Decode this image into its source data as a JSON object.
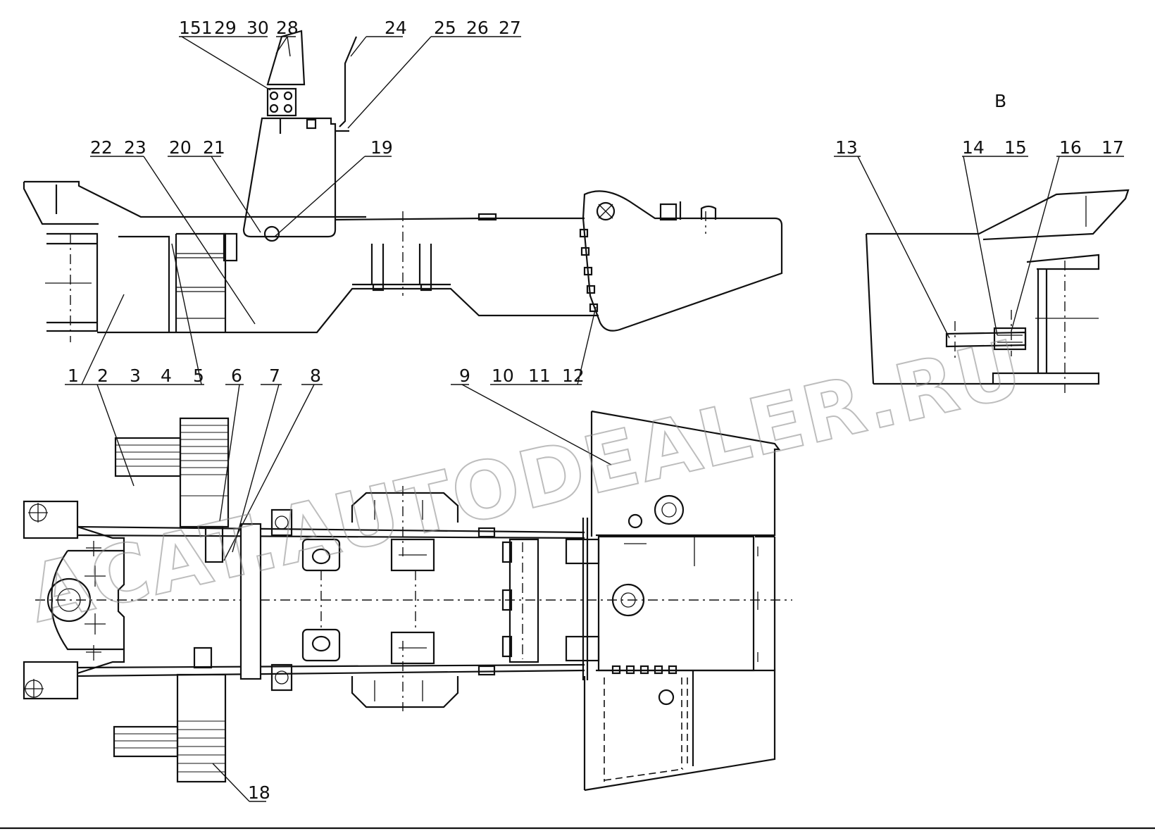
{
  "view_label": "B",
  "part_labels": {
    "p1": "1",
    "p2": "2",
    "p3": "3",
    "p4": "4",
    "p5": "5",
    "p6": "6",
    "p7": "7",
    "p8": "8",
    "p9": "9",
    "p10": "10",
    "p11": "11",
    "p12": "12",
    "p13": "13",
    "p14": "14",
    "p15": "15",
    "p16": "16",
    "p17": "17",
    "p18": "18",
    "p19": "19",
    "p20": "20",
    "p21": "21",
    "p22": "22",
    "p23": "23",
    "p24": "24",
    "p25": "25",
    "p26": "26",
    "p27": "27",
    "p28": "28",
    "p29": "29",
    "p30": "30",
    "p151": "151"
  },
  "watermark": "ACAT.AUTODEALER.RU"
}
